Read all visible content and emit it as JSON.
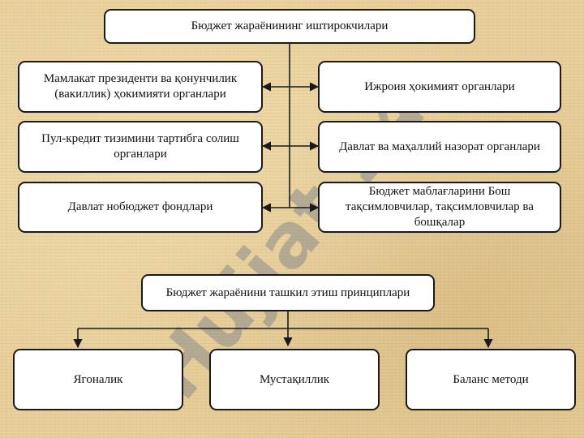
{
  "diagram": {
    "participants_title": "Бюджет жараёнининг иштирокчилари",
    "left_nodes": [
      "Мамлакат президенти ва қонунчилик (вакиллик) ҳокимияти органлари",
      "Пул-кредит тизимини тартибга солиш органлари",
      "Давлат нобюджет фондлари"
    ],
    "right_nodes": [
      "Ижроия ҳокимият органлари",
      "Давлат ва маҳаллий назорат органлари",
      "Бюджет маблағларини Бош тақсимловчилар, тақсимловчилар ва бошқалар"
    ],
    "principles_title": "Бюджет жараёнини ташкил этиш принциплари",
    "principles": [
      "Ягоналик",
      "Мустақиллик",
      "Баланс методи"
    ]
  },
  "watermark": {
    "text": "Hujjat.24",
    "color": "#8a8a8a"
  }
}
